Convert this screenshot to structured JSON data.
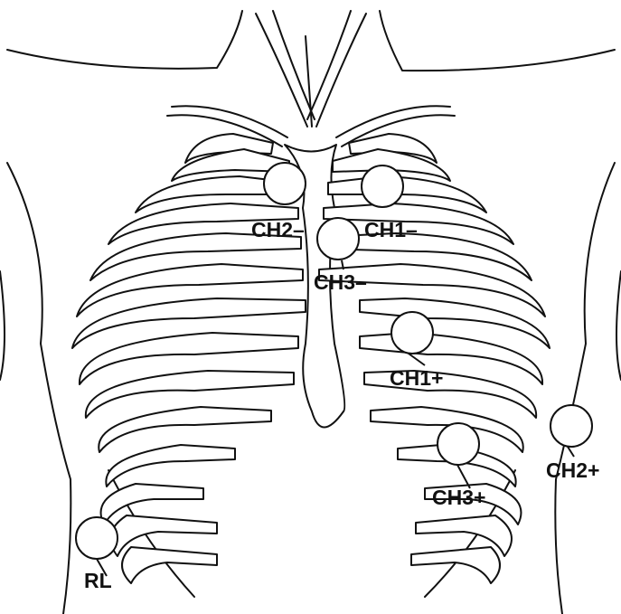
{
  "electrodes": [
    {
      "label": "CH2–"
    },
    {
      "label": "CH1–"
    },
    {
      "label": "CH3–"
    },
    {
      "label": "CH1+"
    },
    {
      "label": "CH2+"
    },
    {
      "label": "CH3+"
    },
    {
      "label": "RL"
    }
  ]
}
